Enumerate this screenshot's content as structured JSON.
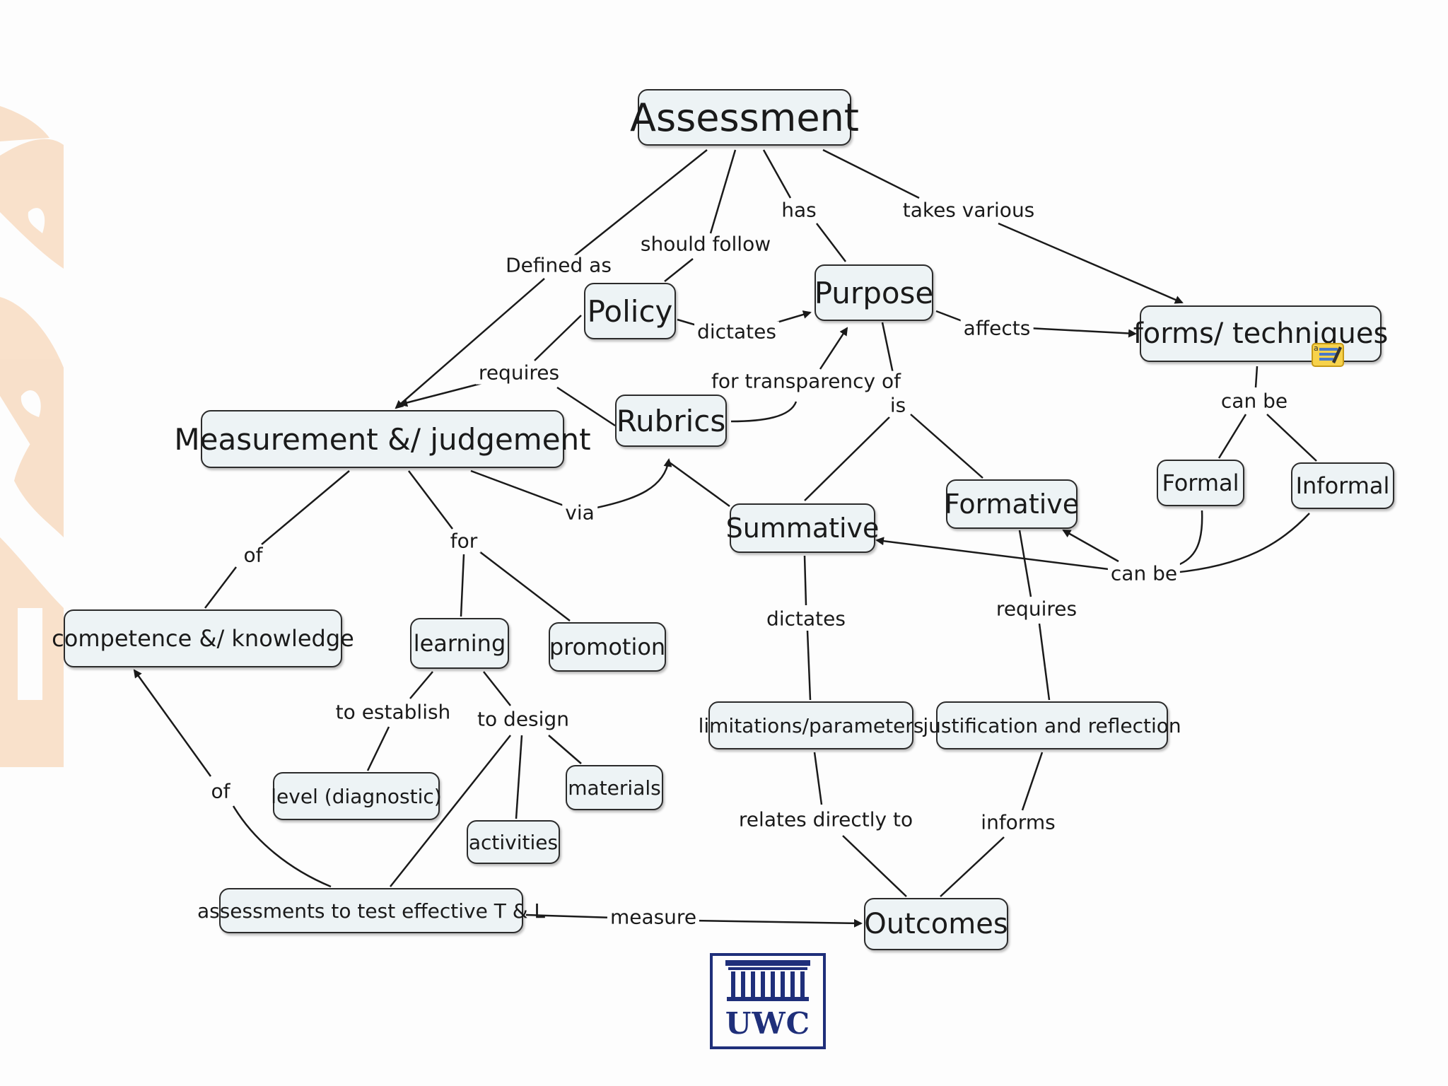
{
  "concepts": {
    "assessment": "Assessment",
    "policy": "Policy",
    "purpose": "Purpose",
    "forms": "forms/ techniques",
    "measurement": "Measurement &/ judgement",
    "rubrics": "Rubrics",
    "summative": "Summative",
    "formative": "Formative",
    "formal": "Formal",
    "informal": "Informal",
    "competence": "competence  &/ knowledge",
    "learning": "learning",
    "promotion": "promotion",
    "limitations": "limitations/parameters",
    "justification": "justification and reflection",
    "level": "level (diagnostic)",
    "materials": "materials",
    "activities": "activities",
    "assessments_test": "assessments to test effective T & L",
    "outcomes": "Outcomes"
  },
  "linking_phrases": {
    "defined_as": "Defined as",
    "should_follow": "should follow",
    "has": "has",
    "takes_various": "takes various",
    "dictates_policy": "dictates",
    "affects": "affects",
    "requires_policy": "requires",
    "for_transparency_of": "for transparency of",
    "is": "is",
    "can_be_forms": "can be",
    "via": "via",
    "of_measurement": "of",
    "for": "for",
    "can_be_formal": "can be",
    "dictates_summative": "dictates",
    "requires_formative": "requires",
    "to_establish": "to establish",
    "to_design": "to design",
    "of_assessments": "of",
    "relates_directly_to": "relates directly to",
    "informs": "informs",
    "measure": "measure"
  },
  "icons": {
    "note": "annotation-note-icon",
    "logo": "uwc-building-logo-icon"
  },
  "logo": {
    "text": "UWC"
  },
  "colors": {
    "node_fill": "#edf3f5",
    "node_border": "#2b2b2b",
    "line": "#1a1a1a",
    "decoration": "#f8dcc2",
    "logo_blue": "#1f2f7a"
  }
}
